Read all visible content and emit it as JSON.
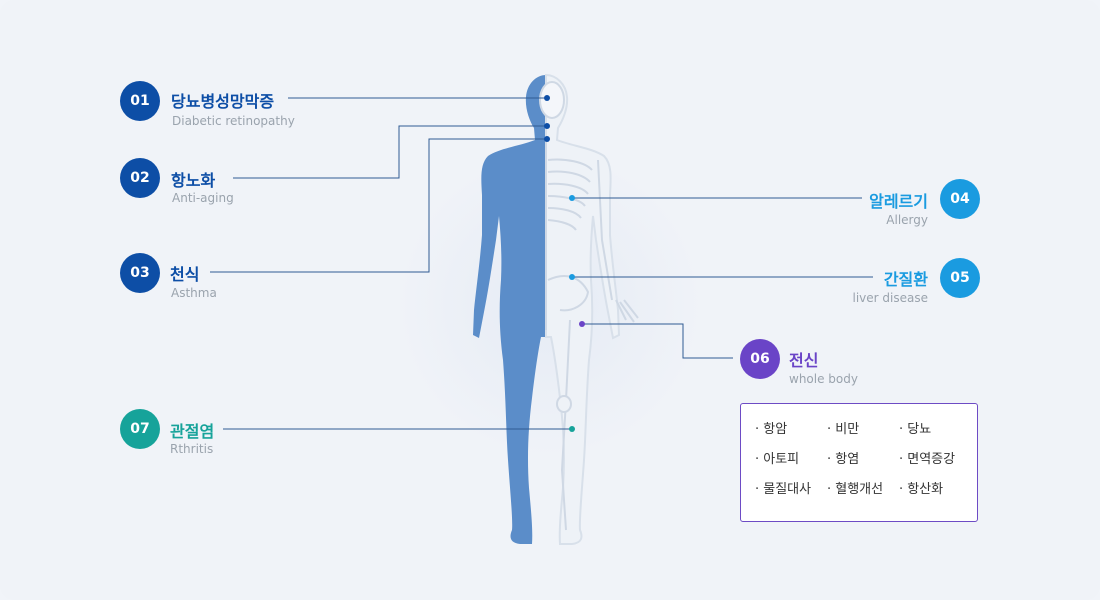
{
  "labels": [
    {
      "num": "01",
      "title": "당뇨병성망막증",
      "sub": "Diabetic retinopathy"
    },
    {
      "num": "02",
      "title": "항노화",
      "sub": "Anti-aging"
    },
    {
      "num": "03",
      "title": "천식",
      "sub": "Asthma"
    },
    {
      "num": "04",
      "title": "알레르기",
      "sub": "Allergy"
    },
    {
      "num": "05",
      "title": "간질환",
      "sub": "liver disease"
    },
    {
      "num": "06",
      "title": "전신",
      "sub": "whole body"
    },
    {
      "num": "07",
      "title": "관절염",
      "sub": "Rthritis"
    }
  ],
  "whole_body_items": [
    "· 항암",
    "· 비만",
    "· 당뇨",
    "· 아토피",
    "· 항염",
    "· 면역증강",
    "· 물질대사",
    "· 혈행개선",
    "· 항산화"
  ],
  "colors": {
    "dark_blue": "#0d4ea6",
    "light_blue": "#1a9be0",
    "purple": "#6a44c7",
    "teal": "#16a39a",
    "body_blue": "#5b8dc9",
    "line": "#2f5b93"
  },
  "icons": [
    "human-body-silhouette",
    "skeleton-illustration"
  ]
}
